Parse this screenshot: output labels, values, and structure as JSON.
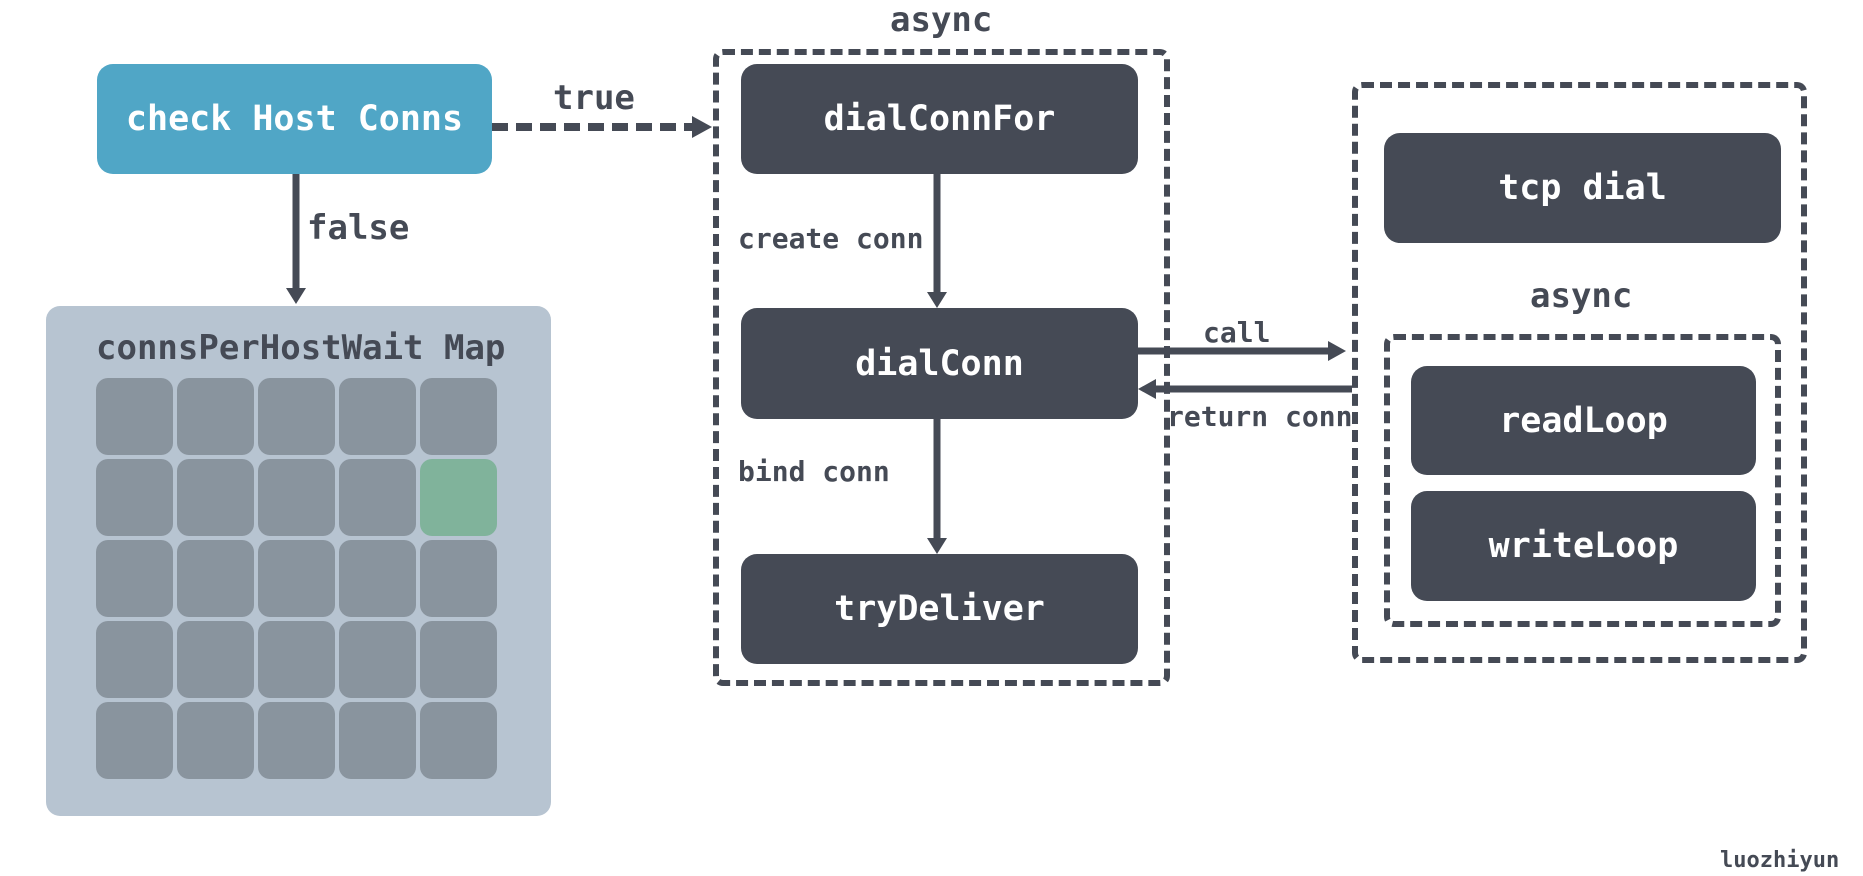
{
  "nodes": {
    "check_host_conns": "check Host Conns",
    "dial_conn_for": "dialConnFor",
    "dial_conn": "dialConn",
    "try_deliver": "tryDeliver",
    "tcp_dial": "tcp dial",
    "read_loop": "readLoop",
    "write_loop": "writeLoop"
  },
  "groups": {
    "middle_label": "async",
    "inner_label": "async"
  },
  "map": {
    "title": "connsPerHostWait Map",
    "rows": 5,
    "cols": 5,
    "highlighted_cell": {
      "row": 2,
      "col": 5
    },
    "colors": {
      "cell": "#89949e",
      "highlight": "#80b39b",
      "panel": "#b7c4d1"
    }
  },
  "edges": {
    "true_label": "true",
    "false_label": "false",
    "create_conn": "create conn",
    "bind_conn": "bind conn",
    "call": "call",
    "return_conn": "return conn"
  },
  "watermark": "luozhiyun",
  "colors": {
    "dark": "#454a55",
    "accent": "#50a6c6"
  }
}
